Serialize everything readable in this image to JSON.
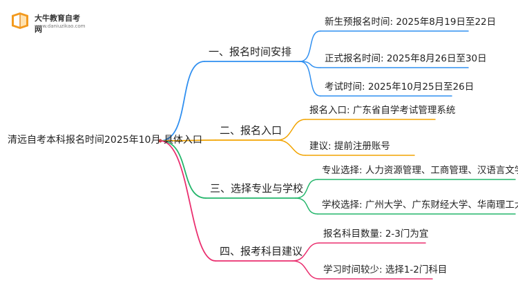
{
  "brand": {
    "name": "大牛教育自考网",
    "url": "www.daniuzikao.com"
  },
  "root": {
    "label": "清远自考本科报名时间2025年10月 具体入口"
  },
  "branches": [
    {
      "label": "一、报名时间安排",
      "color": "#2f8ff0",
      "leaves": [
        "新生预报名时间: 2025年8月19日至22日",
        "正式报名时间: 2025年8月26日至30日",
        "考试时间: 2025年10月25日至26日"
      ]
    },
    {
      "label": "二、报名入口",
      "color": "#f2a400",
      "leaves": [
        "报名入口: 广东省自学考试管理系统",
        "建议: 提前注册账号"
      ]
    },
    {
      "label": "三、选择专业与学校",
      "color": "#22b56a",
      "leaves": [
        "专业选择: 人力资源管理、工商管理、汉语言文学等",
        "学校选择: 广州大学、广东财经大学、华南理工大学等"
      ]
    },
    {
      "label": "四、报考科目建议",
      "color": "#ea2f6f",
      "leaves": [
        "报名科目数量: 2-3门为宜",
        "学习时间较少: 选择1-2门科目"
      ]
    }
  ]
}
